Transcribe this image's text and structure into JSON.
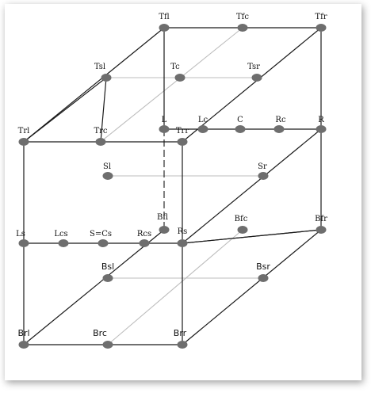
{
  "diagram": {
    "colors": {
      "edge": "#1a1a1a",
      "guide": "#bdbdbd",
      "node": "#6e6e6e"
    },
    "labels": {
      "Tfl": "Tfl",
      "Tfc": "Tfc",
      "Tfr": "Tfr",
      "Tsl": "Tsl",
      "Tc": "Tc",
      "Tsr": "Tsr",
      "Trl": "Trl",
      "Trc": "Trc",
      "Trr": "Trr",
      "L": "L",
      "Lc": "Lc",
      "C": "C",
      "Rc": "Rc",
      "R": "R",
      "Sl": "Sl",
      "Sr": "Sr",
      "Ls": "Ls",
      "Lcs": "Lcs",
      "SCs": "S=Cs",
      "Rcs": "Rcs",
      "Rs": "Rs",
      "Bfl": "Bfl",
      "Bfc": "Bfc",
      "Bfr": "Bfr",
      "Bsl": "Bsl",
      "Bsr": "Bsr",
      "Brl": "Brl",
      "Brc": "Brc",
      "Brr": "Brr"
    }
  }
}
